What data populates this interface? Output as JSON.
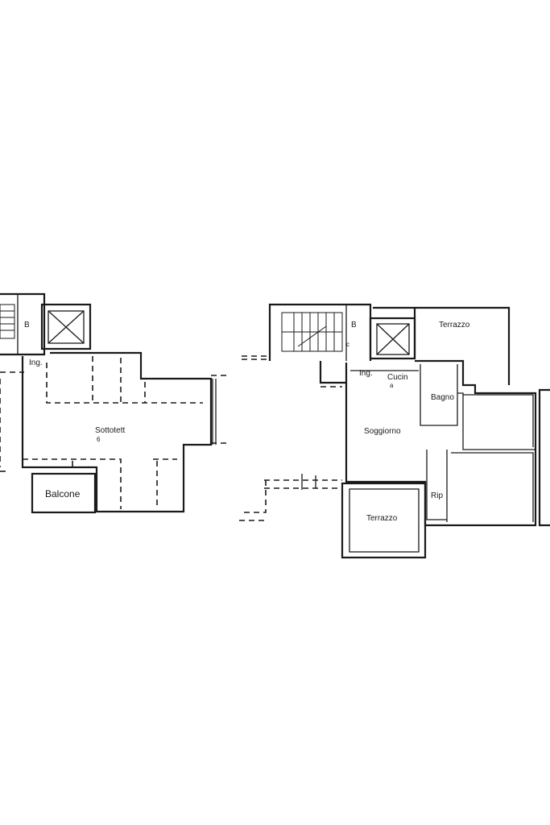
{
  "left_plan": {
    "rooms": {
      "bathroom": "B",
      "entrance": "Ing.",
      "attic": "Sottotett",
      "attic_number": "6",
      "balcony": "Balcone"
    }
  },
  "right_plan": {
    "rooms": {
      "bathroom": "B",
      "bathroom_number": "c",
      "entrance": "Ing.",
      "kitchen": "Cucin",
      "kitchen_number": "a",
      "terrace_top": "Terrazzo",
      "bath": "Bagno",
      "living": "Soggiorno",
      "storage": "Rip",
      "terrace_bottom": "Terrazzo"
    }
  }
}
